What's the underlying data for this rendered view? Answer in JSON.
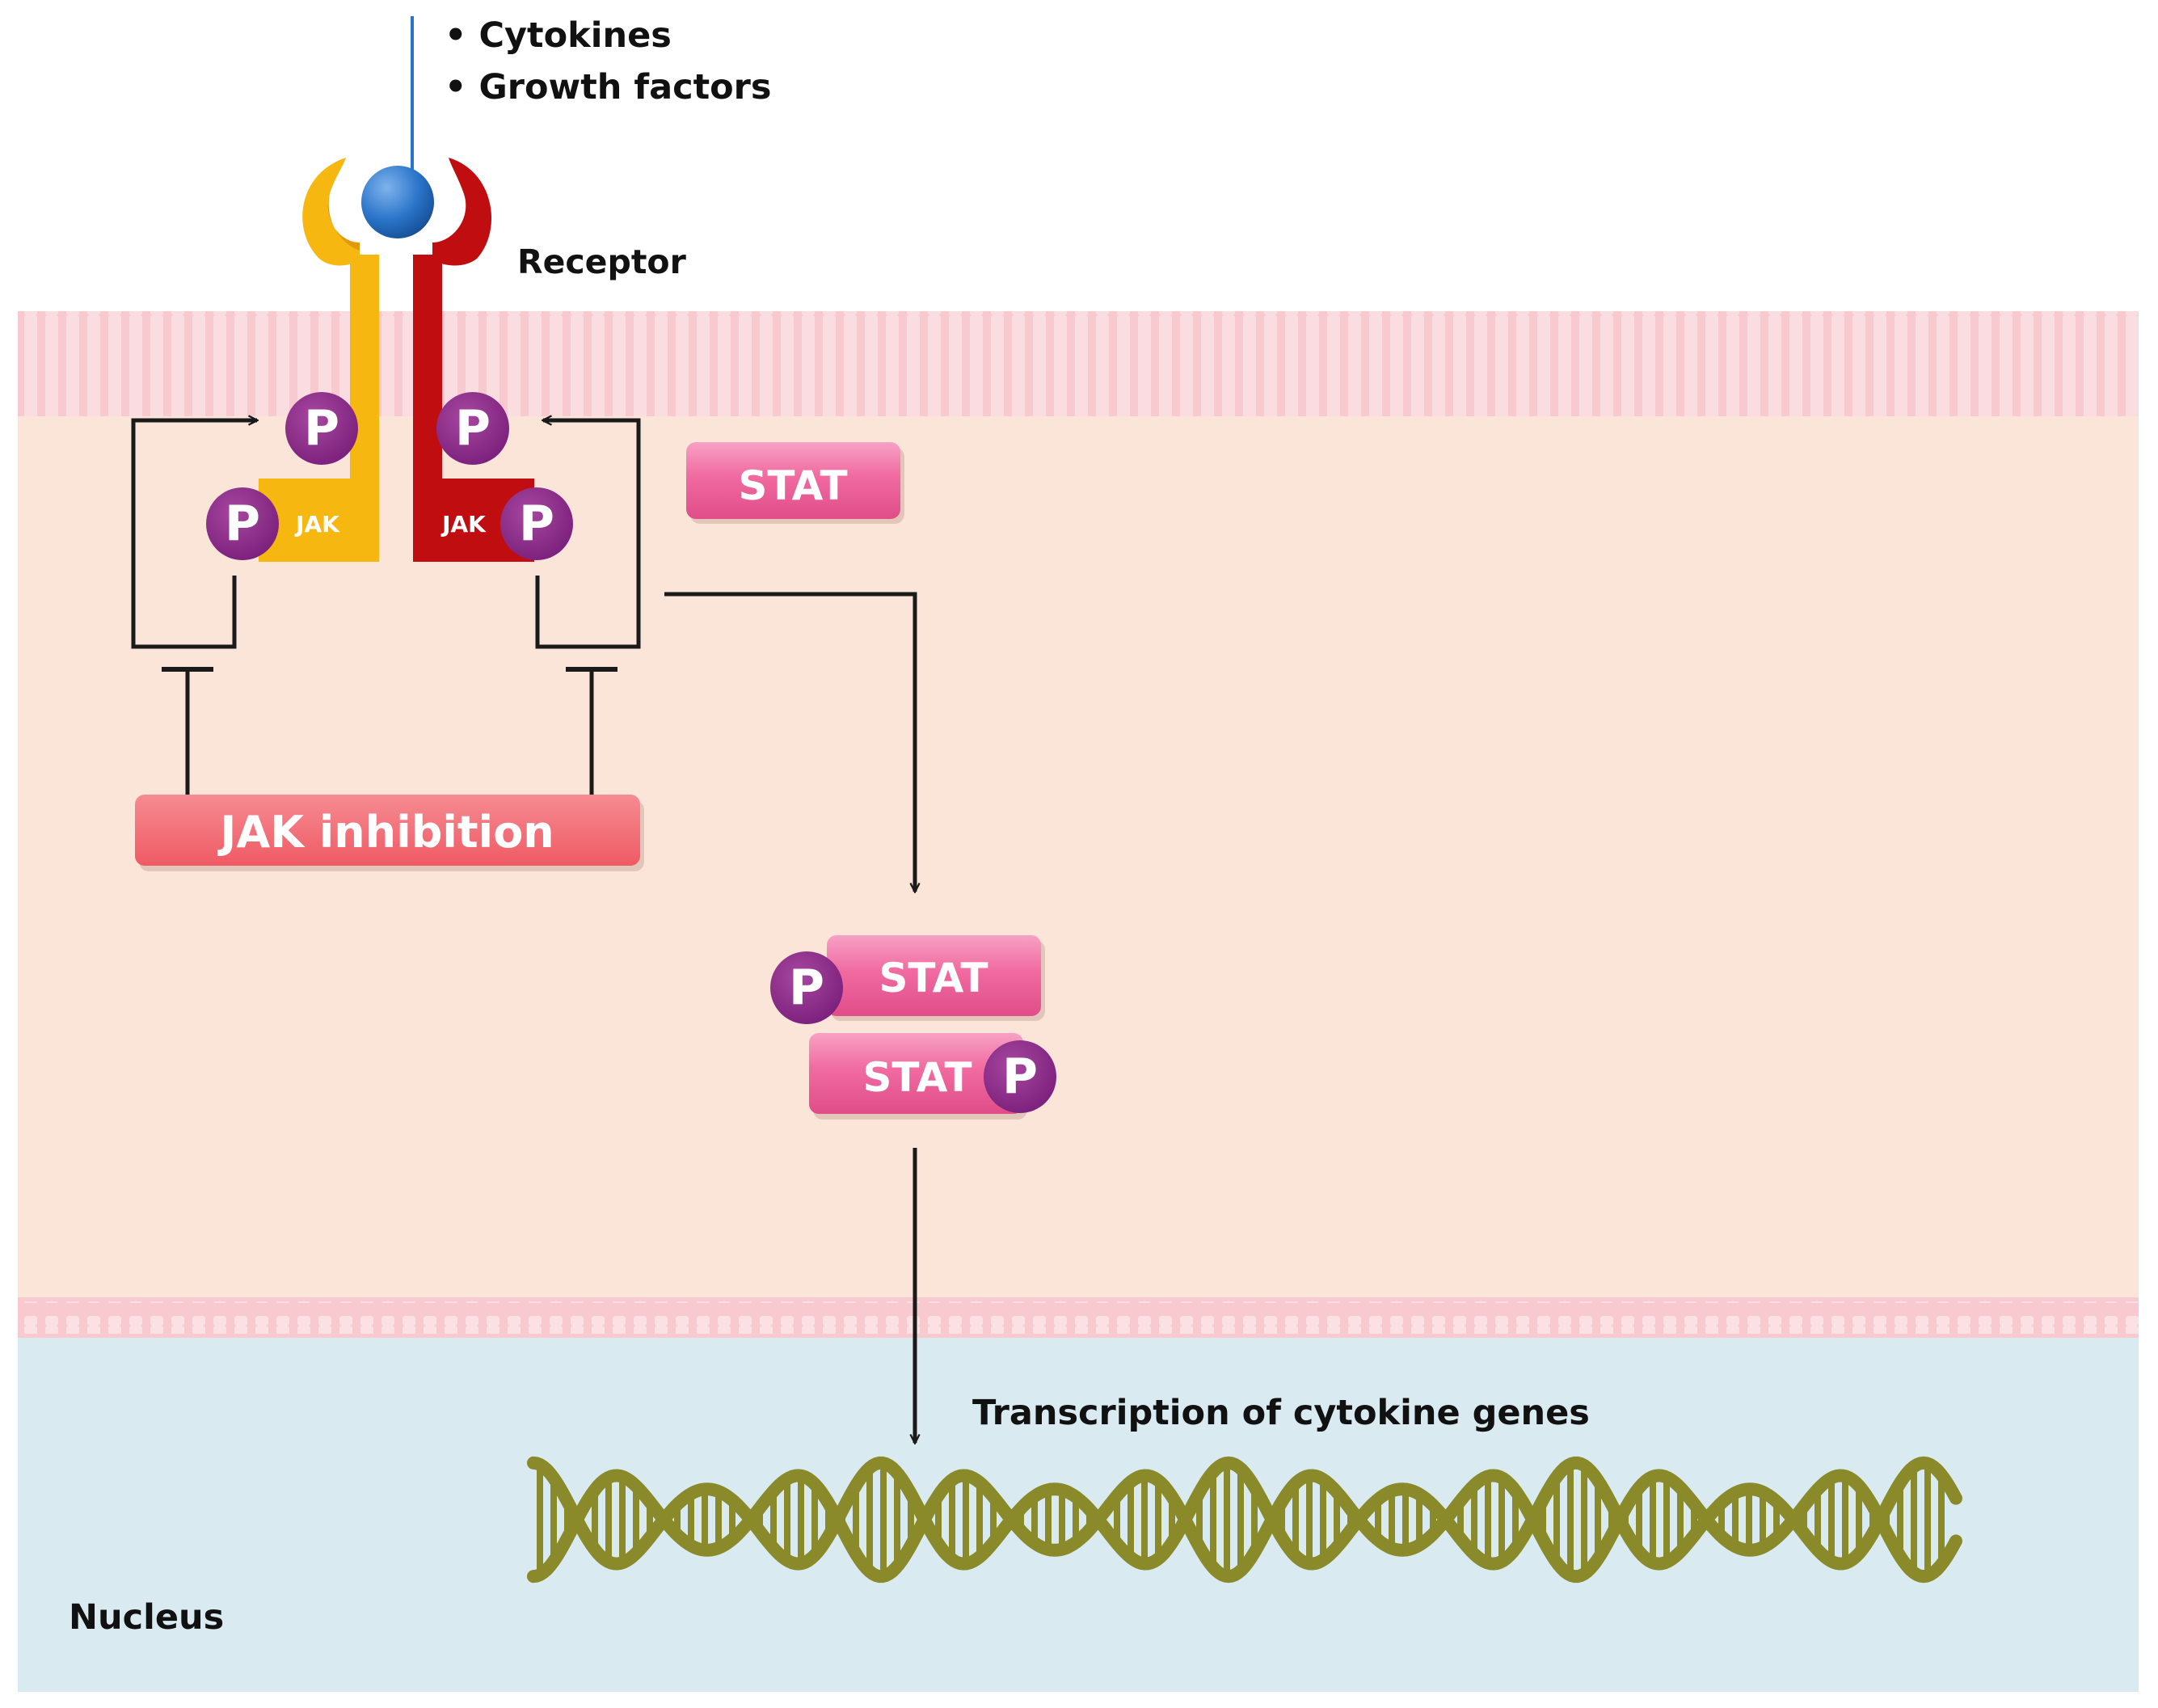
{
  "ligands": {
    "bullet": "•",
    "items": [
      "Cytokines",
      "Growth factors"
    ]
  },
  "receptor_label": "Receptor",
  "jak_label": "JAK",
  "phospho_label": "P",
  "stat_label": "STAT",
  "inhibition_label": "JAK inhibition",
  "transcription_label": "Transcription of cytokine genes",
  "nucleus_label": "Nucleus",
  "colors": {
    "cytoplasm": "#fbe5d8",
    "membrane": "#f8c9cf",
    "nucleus": "#d9ebf1",
    "receptor_left": "#f7b711",
    "receptor_right": "#c00d10",
    "phospho": "#8e2a8e",
    "stat": "#f06aa0",
    "inhibition": "#f36670",
    "dna": "#8a8a2a",
    "ligand": "#1f6fc4"
  }
}
